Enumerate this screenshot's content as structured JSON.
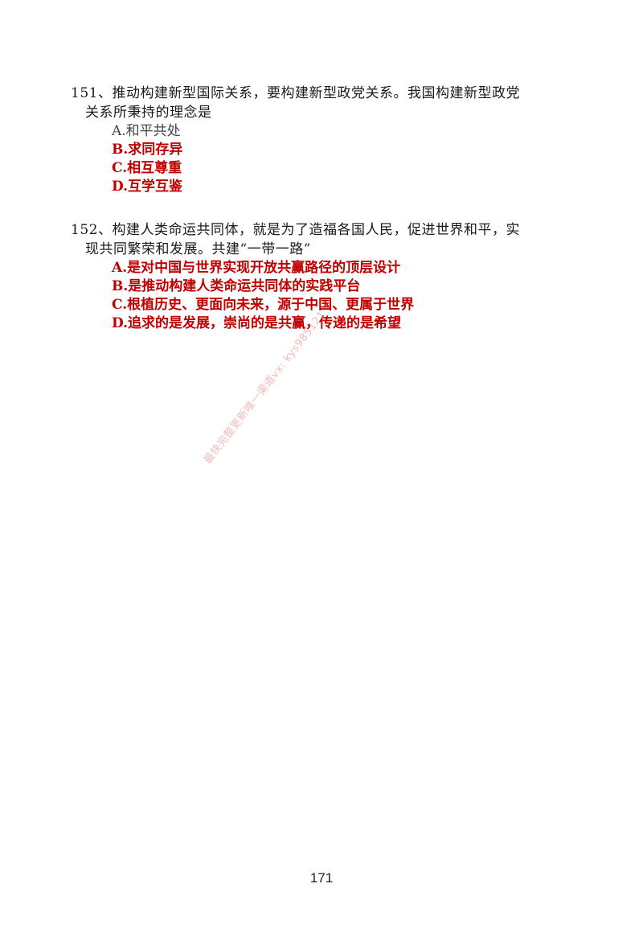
{
  "questions": [
    {
      "number": "151、",
      "stem_line1": "推动构建新型国际关系，要构建新型政党关系。我国构建新型政党",
      "stem_line2": "关系所秉持的理念是",
      "options": [
        {
          "text": "A.和平共处",
          "is_answer": false
        },
        {
          "text": "B.求同存异",
          "is_answer": true
        },
        {
          "text": "C.相互尊重",
          "is_answer": true
        },
        {
          "text": "D.互学互鉴",
          "is_answer": true
        }
      ]
    },
    {
      "number": "152、",
      "stem_line1": "构建人类命运共同体，就是为了造福各国人民，促进世界和平，实",
      "stem_line2": "现共同繁荣和发展。共建“一带一路”",
      "options": [
        {
          "text": "A.是对中国与世界实现开放共赢路径的顶层设计",
          "is_answer": true
        },
        {
          "text": "B.是推动构建人类命运共同体的实践平台",
          "is_answer": true
        },
        {
          "text": "C.根植历史、更面向未来，源于中国、更属于世界",
          "is_answer": true
        },
        {
          "text": "D.追求的是发展，崇尚的是共赢，传递的是希望",
          "is_answer": true
        }
      ]
    }
  ],
  "watermark": "最快完整更新唯一渠道vx: kys985121",
  "page_number": "171",
  "colors": {
    "answer": "#c00000",
    "text": "#1a1a1a",
    "watermark": "#e67878"
  }
}
